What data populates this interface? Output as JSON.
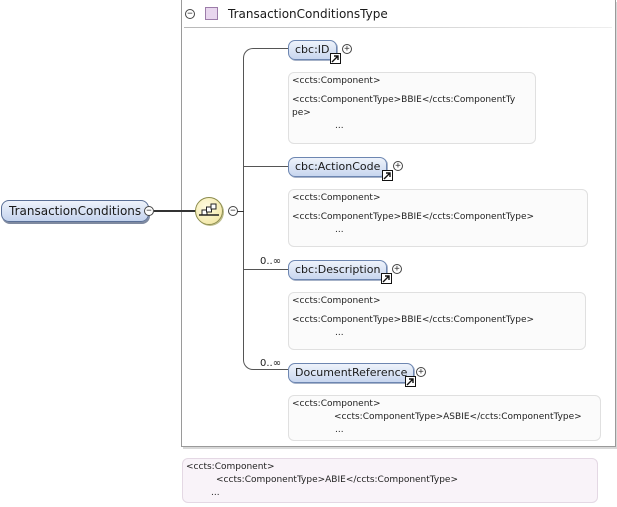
{
  "type": {
    "name": "TransactionConditionsType"
  },
  "root": {
    "label": "TransactionConditions"
  },
  "children": [
    {
      "label": "cbc:ID",
      "occurrence": "",
      "ann": {
        "l1": "<ccts:Component>",
        "l2": "<ccts:ComponentType>BBIE</ccts:ComponentTy",
        "l3": "pe>",
        "ell": "..."
      }
    },
    {
      "label": "cbc:ActionCode",
      "occurrence": "",
      "ann": {
        "l1": "<ccts:Component>",
        "l2": "<ccts:ComponentType>BBIE</ccts:ComponentType>",
        "ell": "..."
      }
    },
    {
      "label": "cbc:Description",
      "occurrence": "0..∞",
      "ann": {
        "l1": "<ccts:Component>",
        "l2": "<ccts:ComponentType>BBIE</ccts:ComponentType>",
        "ell": "..."
      }
    },
    {
      "label": "DocumentReference",
      "occurrence": "0..∞",
      "ann": {
        "l1": "<ccts:Component>",
        "l2": "<ccts:ComponentType>ASBIE</ccts:ComponentType>",
        "ell": "..."
      }
    }
  ],
  "type_annotation": {
    "l1": "<ccts:Component>",
    "l2": "<ccts:ComponentType>ABIE</ccts:ComponentType>",
    "ell": "..."
  },
  "symbols": {
    "collapse": "−",
    "expand": "+"
  }
}
